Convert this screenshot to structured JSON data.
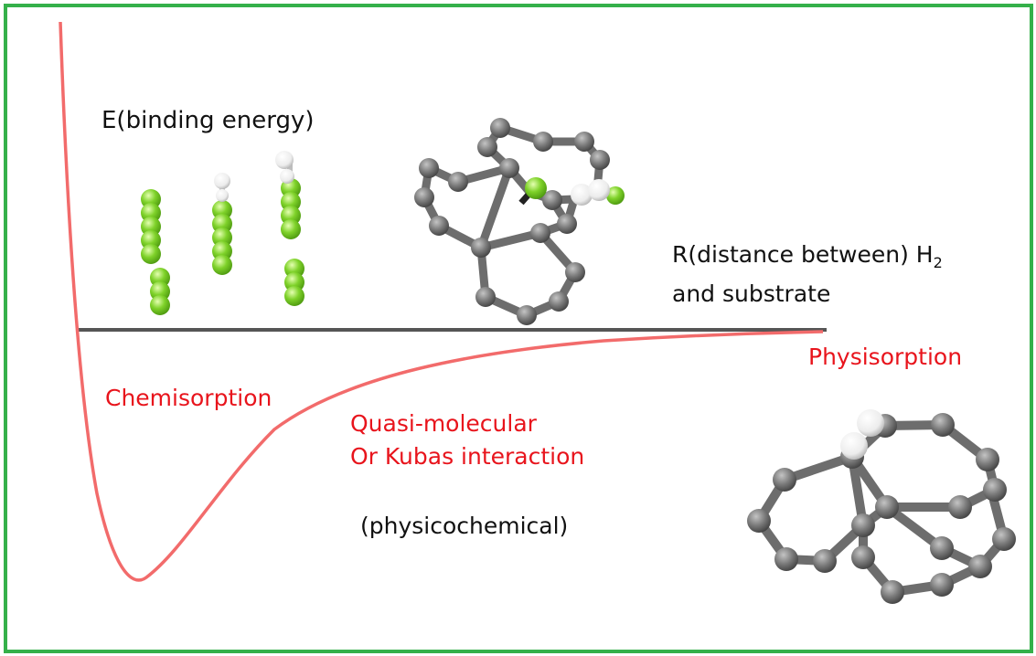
{
  "diagram": {
    "y_axis_label": "E(binding energy)",
    "x_axis_label": {
      "line1": "R(distance between)  H",
      "subscript": "2",
      "line2": "and substrate"
    },
    "regions": {
      "chemisorption": "Chemisorption",
      "physisorption": "Physisorption",
      "quasi_molecular_line1": "Quasi-molecular",
      "quasi_molecular_line2": "Or Kubas interaction",
      "physicochemical": "(physicochemical)"
    },
    "colors": {
      "frame": "#35b04a",
      "curve": "#f26b6b",
      "axis": "#555555",
      "region_text": "#e8141c",
      "carbon_atom": "#767676",
      "hydrogen_atom": "#f2f2f2",
      "metal_atom": "#7fd22a"
    }
  }
}
